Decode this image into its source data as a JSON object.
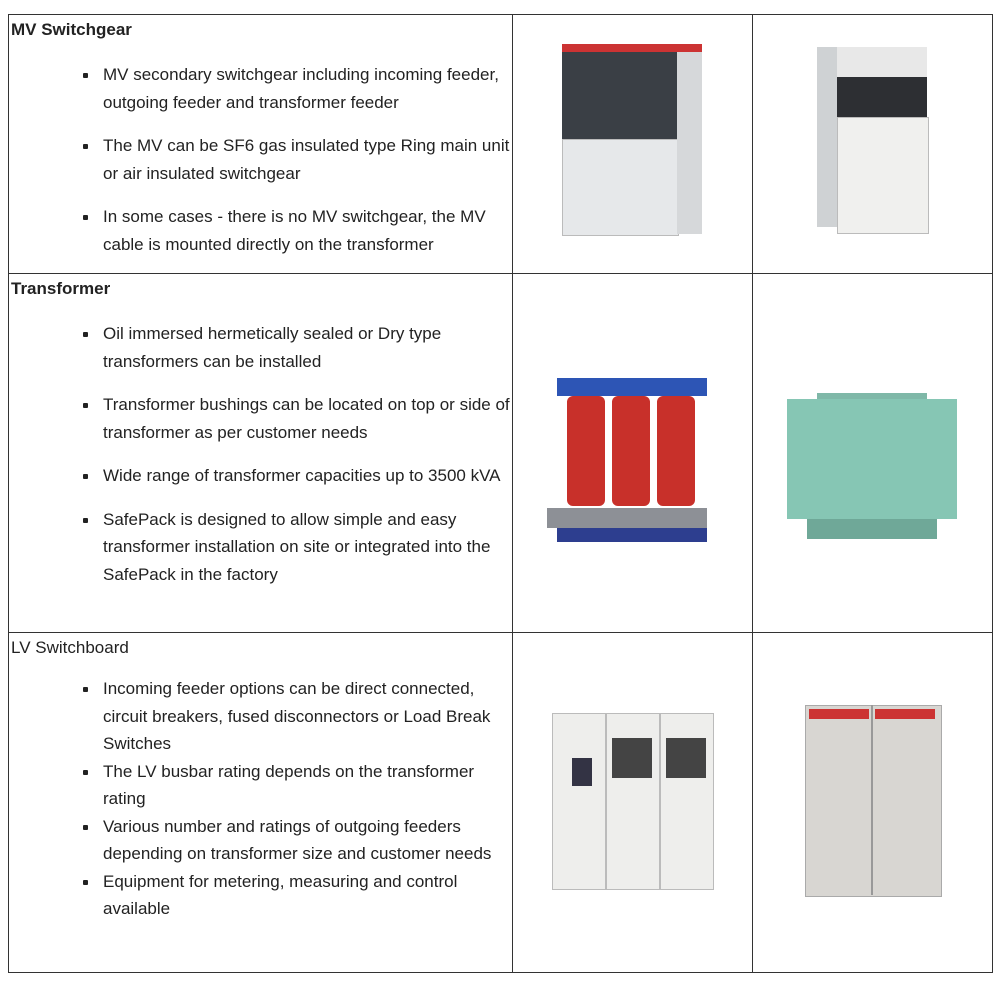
{
  "sections": [
    {
      "title": "MV Switchgear",
      "bold": true,
      "bullets": [
        "MV secondary switchgear including incoming feeder, outgoing feeder and transformer feeder",
        "The MV can be SF6 gas insulated type Ring main unit  or  air insulated switchgear",
        "In some cases - there is no MV switchgear, the MV cable is mounted directly on the transformer"
      ]
    },
    {
      "title": "Transformer",
      "bold": true,
      "bullets": [
        "Oil immersed hermetically sealed or Dry type transformers can be installed",
        "Transformer bushings can be located on top or side of transformer as per customer needs",
        "Wide range of transformer capacities up to 3500 kVA",
        "SafePack is designed to allow simple and easy transformer installation on site or integrated into the SafePack in the factory"
      ]
    },
    {
      "title": "LV Switchboard",
      "bold": false,
      "bullets": [
        "Incoming feeder options can be direct connected, circuit breakers, fused disconnectors or Load Break Switches",
        "The LV busbar rating depends on the transformer rating",
        "Various number and ratings of outgoing feeders depending on transformer size and customer needs",
        "Equipment for metering, measuring and control available"
      ]
    }
  ]
}
